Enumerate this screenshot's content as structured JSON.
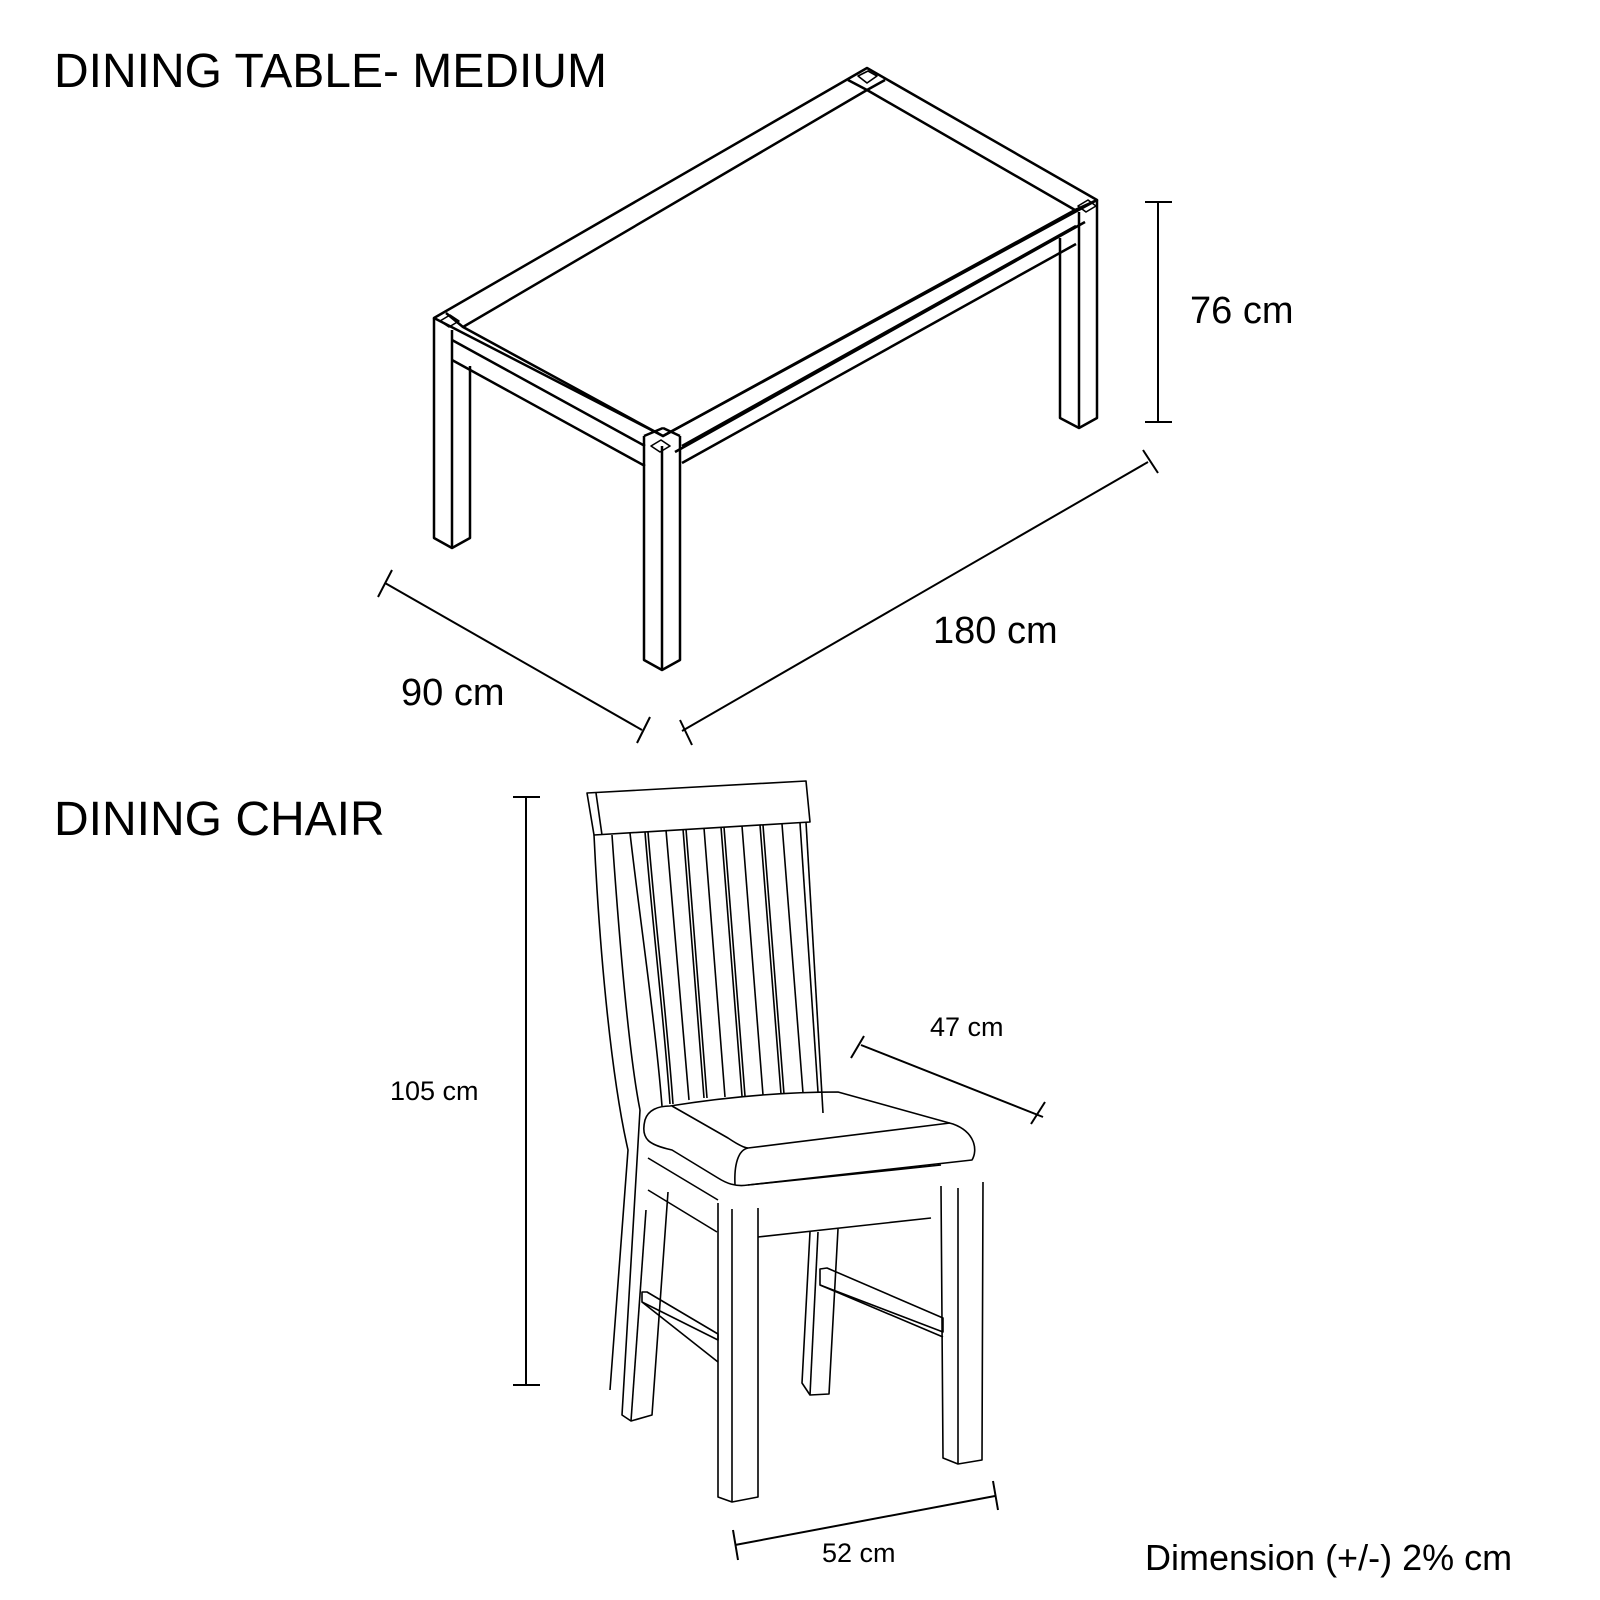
{
  "table": {
    "title": "DINING TABLE- MEDIUM",
    "dimensions": {
      "height": "76 cm",
      "length": "180 cm",
      "width": "90 cm"
    }
  },
  "chair": {
    "title": "DINING CHAIR",
    "dimensions": {
      "height": "105 cm",
      "depth": "47 cm",
      "width": "52 cm"
    }
  },
  "footer": {
    "tolerance_note": "Dimension (+/-) 2% cm"
  },
  "colors": {
    "line": "#000000",
    "background": "#ffffff"
  }
}
